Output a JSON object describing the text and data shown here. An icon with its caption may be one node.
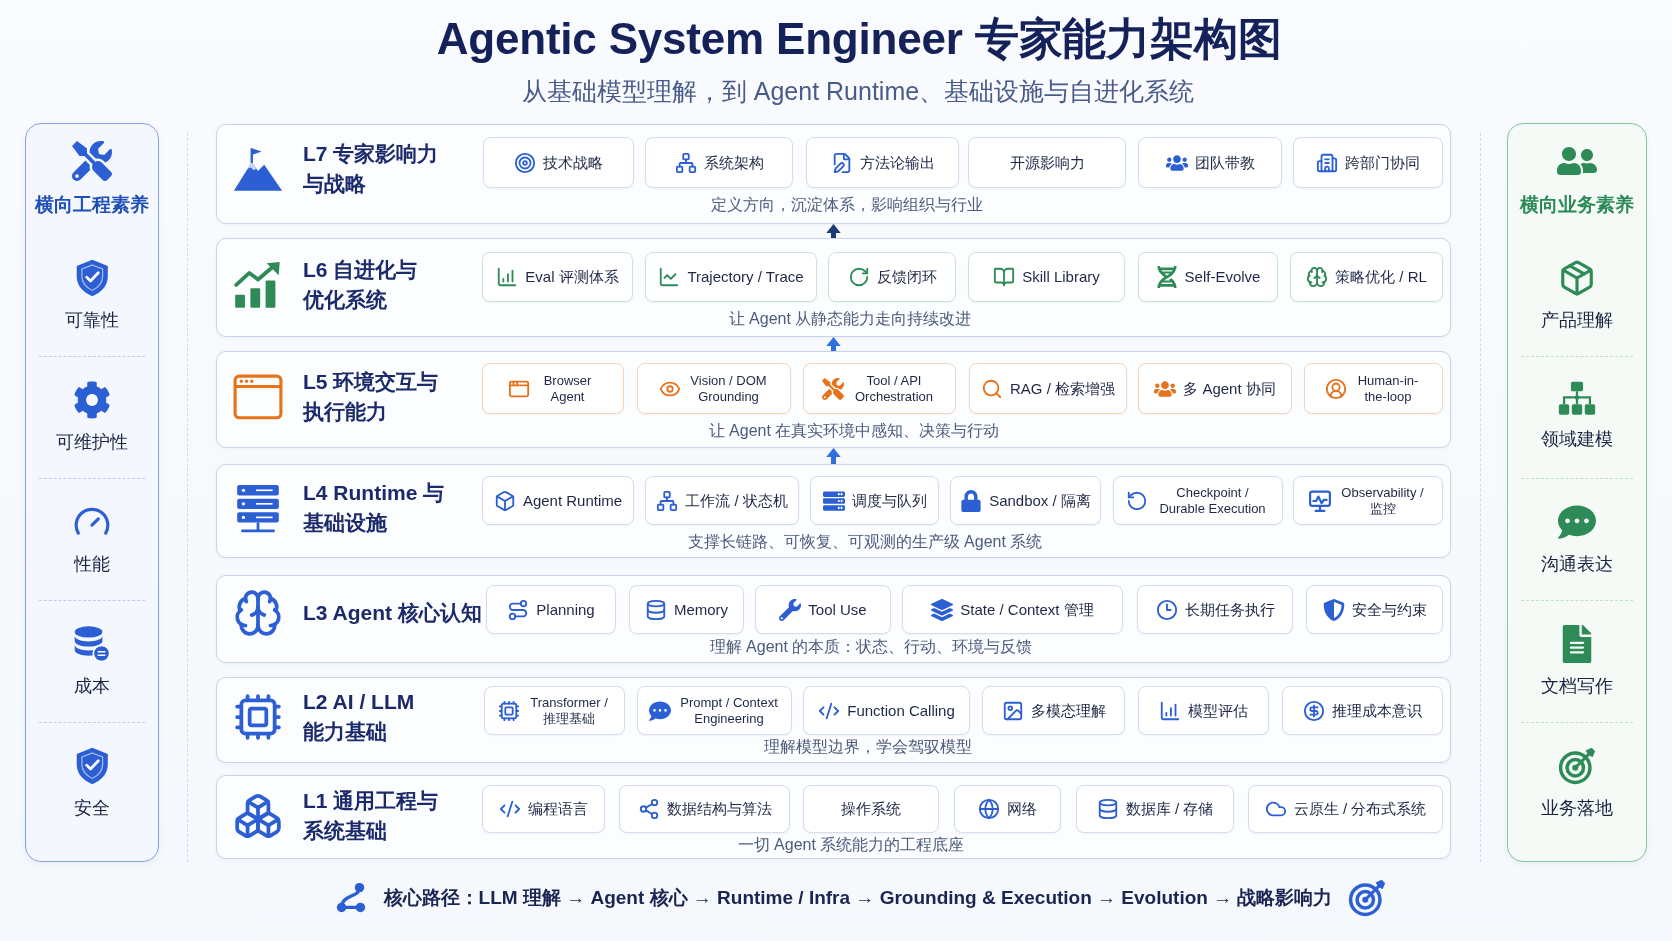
{
  "diagram": {
    "title": "Agentic System Engineer 专家能力架构图",
    "nodes": [
      {
        "text": [
          "横向工程素养",
          "可靠性",
          "可维护性",
          "性能",
          "成本",
          "安全"
        ]
      },
      {
        "text": [
          "L7 专家影响力与战略",
          "定义方向，沉淀体系，影响组织与行业"
        ]
      },
      {
        "text": [
          "技术战略"
        ],
        "in": 1
      },
      {
        "text": [
          "系统架构"
        ],
        "in": 1
      },
      {
        "text": [
          "方法论输出"
        ],
        "in": 1
      },
      {
        "text": [
          "开源影响力"
        ],
        "in": 1
      },
      {
        "text": [
          "团队带教"
        ],
        "in": 1
      },
      {
        "text": [
          "跨部门协同"
        ],
        "in": 1
      },
      {
        "text": [
          "L6 自进化与优化系统",
          "让 Agent 从静态能力走向持续改进"
        ]
      },
      {
        "text": [
          "Eval 评测体系"
        ],
        "in": 8
      },
      {
        "text": [
          "Trajectory / Trace"
        ],
        "in": 8
      },
      {
        "text": [
          "反馈闭环"
        ],
        "in": 8
      },
      {
        "text": [
          "Skill Library"
        ],
        "in": 8
      },
      {
        "text": [
          "Self-Evolve"
        ],
        "in": 8
      },
      {
        "text": [
          "策略优化 / RL"
        ],
        "in": 8
      },
      {
        "text": [
          "L5 环境交互与执行能力",
          "让 Agent 在真实环境中感知、决策与行动"
        ]
      },
      {
        "text": [
          "Browser Agent"
        ],
        "in": 15
      },
      {
        "text": [
          "Vision / DOM Grounding"
        ],
        "in": 15
      },
      {
        "text": [
          "Tool / API Orchestration"
        ],
        "in": 15
      },
      {
        "text": [
          "RAG / 检索增强"
        ],
        "in": 15
      },
      {
        "text": [
          "多 Agent 协同"
        ],
        "in": 15
      },
      {
        "text": [
          "Human-in-the-loop"
        ],
        "in": 15
      },
      {
        "text": [
          "L4 Runtime 与基础设施",
          "支撑长链路、可恢复、可观测的生产级 Agent 系统"
        ]
      },
      {
        "text": [
          "Agent Runtime"
        ],
        "in": 22
      },
      {
        "text": [
          "工作流 / 状态机"
        ],
        "in": 22
      },
      {
        "text": [
          "调度与队列"
        ],
        "in": 22
      },
      {
        "text": [
          "Sandbox / 隔离"
        ],
        "in": 22
      },
      {
        "text": [
          "Checkpoint / Durable Execution"
        ],
        "in": 22
      },
      {
        "text": [
          "Observability / 监控"
        ],
        "in": 22
      },
      {
        "text": [
          "L3 Agent 核心认知",
          "理解 Agent 的本质：状态、行动、环境与反馈"
        ]
      },
      {
        "text": [
          "Planning"
        ],
        "in": 29
      },
      {
        "text": [
          "Memory"
        ],
        "in": 29
      },
      {
        "text": [
          "Tool Use"
        ],
        "in": 29
      },
      {
        "text": [
          "State / Context 管理"
        ],
        "in": 29
      },
      {
        "text": [
          "长期任务执行"
        ],
        "in": 29
      },
      {
        "text": [
          "安全与约束"
        ],
        "in": 29
      },
      {
        "text": [
          "L2 AI / LLM 能力基础",
          "理解模型边界，学会驾驭模型"
        ]
      },
      {
        "text": [
          "Transformer / 推理基础"
        ],
        "in": 36
      },
      {
        "text": [
          "Prompt / Context Engineering"
        ],
        "in": 36
      },
      {
        "text": [
          "Function Calling"
        ],
        "in": 36
      },
      {
        "text": [
          "多模态理解"
        ],
        "in": 36
      },
      {
        "text": [
          "模型评估"
        ],
        "in": 36
      },
      {
        "text": [
          "推理成本意识"
        ],
        "in": 36
      },
      {
        "text": [
          "L1 通用工程与系统基础",
          "一切 Agent 系统能力的工程底座"
        ]
      },
      {
        "text": [
          "编程语言"
        ],
        "in": 43
      },
      {
        "text": [
          "数据结构与算法"
        ],
        "in": 43
      },
      {
        "text": [
          "操作系统"
        ],
        "in": 43
      },
      {
        "text": [
          "网络"
        ],
        "in": 43
      },
      {
        "text": [
          "数据库 / 存储"
        ],
        "in": 43
      },
      {
        "text": [
          "云原生 / 分布式系统"
        ],
        "in": 43
      },
      {
        "text": [
          "横向业务素养",
          "产品理解",
          "领域建模",
          "沟通表达",
          "文档写作",
          "业务落地"
        ]
      }
    ],
    "edges": [
      {
        "from": 8,
        "to": 1,
        "arrow": "to",
        "color": "#1e3a78"
      },
      {
        "from": 15,
        "to": 8,
        "arrow": "to"
      },
      {
        "from": 22,
        "to": 15,
        "arrow": "to"
      }
    ],
    "labels": [
      "从基础模型理解，到 Agent Runtime、基础设施与自进化系统",
      "核心路径：LLM 理解 → Agent 核心 → Runtime / Infra → Grounding & Execution → Evolution → 战略影响力"
    ]
  }
}
